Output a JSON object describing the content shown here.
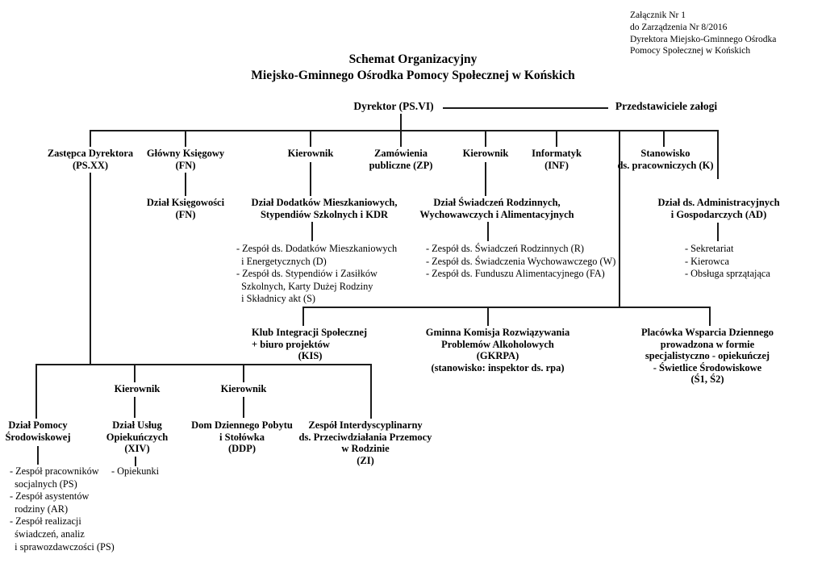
{
  "colors": {
    "background": "#ffffff",
    "text": "#000000",
    "line": "#1b1b1b"
  },
  "annotation": {
    "lines": [
      "Załącznik Nr 1",
      "do Zarządzenia Nr 8/2016",
      "Dyrektora Miejsko-Gminnego Ośrodka",
      "Pomocy Społecznej w Końskich"
    ]
  },
  "title": {
    "lines": [
      "Schemat Organizacyjny",
      "Miejsko-Gminnego Ośrodka Pomocy Społecznej w Końskich"
    ]
  },
  "nodes": {
    "dyrektor": {
      "label": "Dyrektor (PS.VI)"
    },
    "przedstawiciele": {
      "label": "Przedstawiciele załogi"
    },
    "zastepca": {
      "lines": [
        "Zastępca Dyrektora",
        "(PS.XX)"
      ]
    },
    "glowny_ksiegowy": {
      "lines": [
        "Główny Księgowy",
        "(FN)"
      ]
    },
    "kierownik1": {
      "label": "Kierownik"
    },
    "zamowienia": {
      "lines": [
        "Zamówienia",
        "publiczne (ZP)"
      ]
    },
    "kierownik2": {
      "label": "Kierownik"
    },
    "informatyk": {
      "lines": [
        "Informatyk",
        "(INF)"
      ]
    },
    "stanowisko_pracownicze": {
      "lines": [
        "Stanowisko",
        "ds. pracowniczych (K)"
      ]
    },
    "dzial_ksiegowosci": {
      "lines": [
        "Dział Księgowości",
        "(FN)"
      ]
    },
    "dzial_dodatkow": {
      "lines": [
        "Dział Dodatków Mieszkaniowych,",
        "Stypendiów Szkolnych i KDR"
      ]
    },
    "dzial_swiadczen": {
      "lines": [
        "Dział Świadczeń Rodzinnych,",
        "Wychowawczych i Alimentacyjnych"
      ]
    },
    "dzial_administracyjny": {
      "lines": [
        "Dział ds. Administracyjnych",
        "i Gospodarczych (AD)"
      ]
    },
    "zespoly_dodatkow": {
      "lines": [
        "- Zespół ds. Dodatków Mieszkaniowych",
        "  i Energetycznych (D)",
        "- Zespół ds. Stypendiów i Zasiłków",
        "  Szkolnych, Karty Dużej Rodziny",
        "  i Składnicy akt (S)"
      ]
    },
    "zespoly_swiadczen": {
      "lines": [
        "- Zespół ds. Świadczeń Rodzinnych (R)",
        "- Zespół ds. Świadczenia Wychowawczego (W)",
        "- Zespół ds. Funduszu Alimentacyjnego (FA)"
      ]
    },
    "zespoly_administracyjne": {
      "lines": [
        "- Sekretariat",
        "- Kierowca",
        "- Obsługa sprzątająca"
      ]
    },
    "kis": {
      "lines": [
        "Klub Integracji Społecznej",
        "+ biuro projektów",
        "(KIS)"
      ]
    },
    "gkrpa": {
      "lines": [
        "Gminna Komisja Rozwiązywania",
        "Problemów Alkoholowych",
        "(GKRPA)",
        "(stanowisko: inspektor ds. rpa)"
      ]
    },
    "placowka": {
      "lines": [
        "Placówka Wsparcia Dziennego",
        "prowadzona w formie",
        "specjalistyczno - opiekuńczej",
        "- Świetlice Środowiskowe",
        "(Ś1, Ś2)"
      ]
    },
    "kierownik3": {
      "label": "Kierownik"
    },
    "kierownik4": {
      "label": "Kierownik"
    },
    "dzial_pomocy": {
      "lines": [
        "Dział Pomocy",
        "Środowiskowej"
      ]
    },
    "dzial_uslug": {
      "lines": [
        "Dział Usług",
        "Opiekuńczych",
        "(XIV)"
      ]
    },
    "ddp": {
      "lines": [
        "Dom Dziennego Pobytu",
        "i Stołówka",
        "(DDP)"
      ]
    },
    "zi": {
      "lines": [
        "Zespół Interdyscyplinarny",
        "ds. Przeciwdziałania Przemocy",
        "w Rodzinie",
        "(ZI)"
      ]
    },
    "zespoly_pomocy": {
      "lines": [
        "- Zespół pracowników",
        "  socjalnych (PS)",
        "- Zespół asystentów",
        "  rodziny (AR)",
        "- Zespół realizacji",
        "  świadczeń, analiz",
        "  i sprawozdawczości (PS)"
      ]
    },
    "opiekunki": {
      "lines": [
        "- Opiekunki"
      ]
    }
  }
}
